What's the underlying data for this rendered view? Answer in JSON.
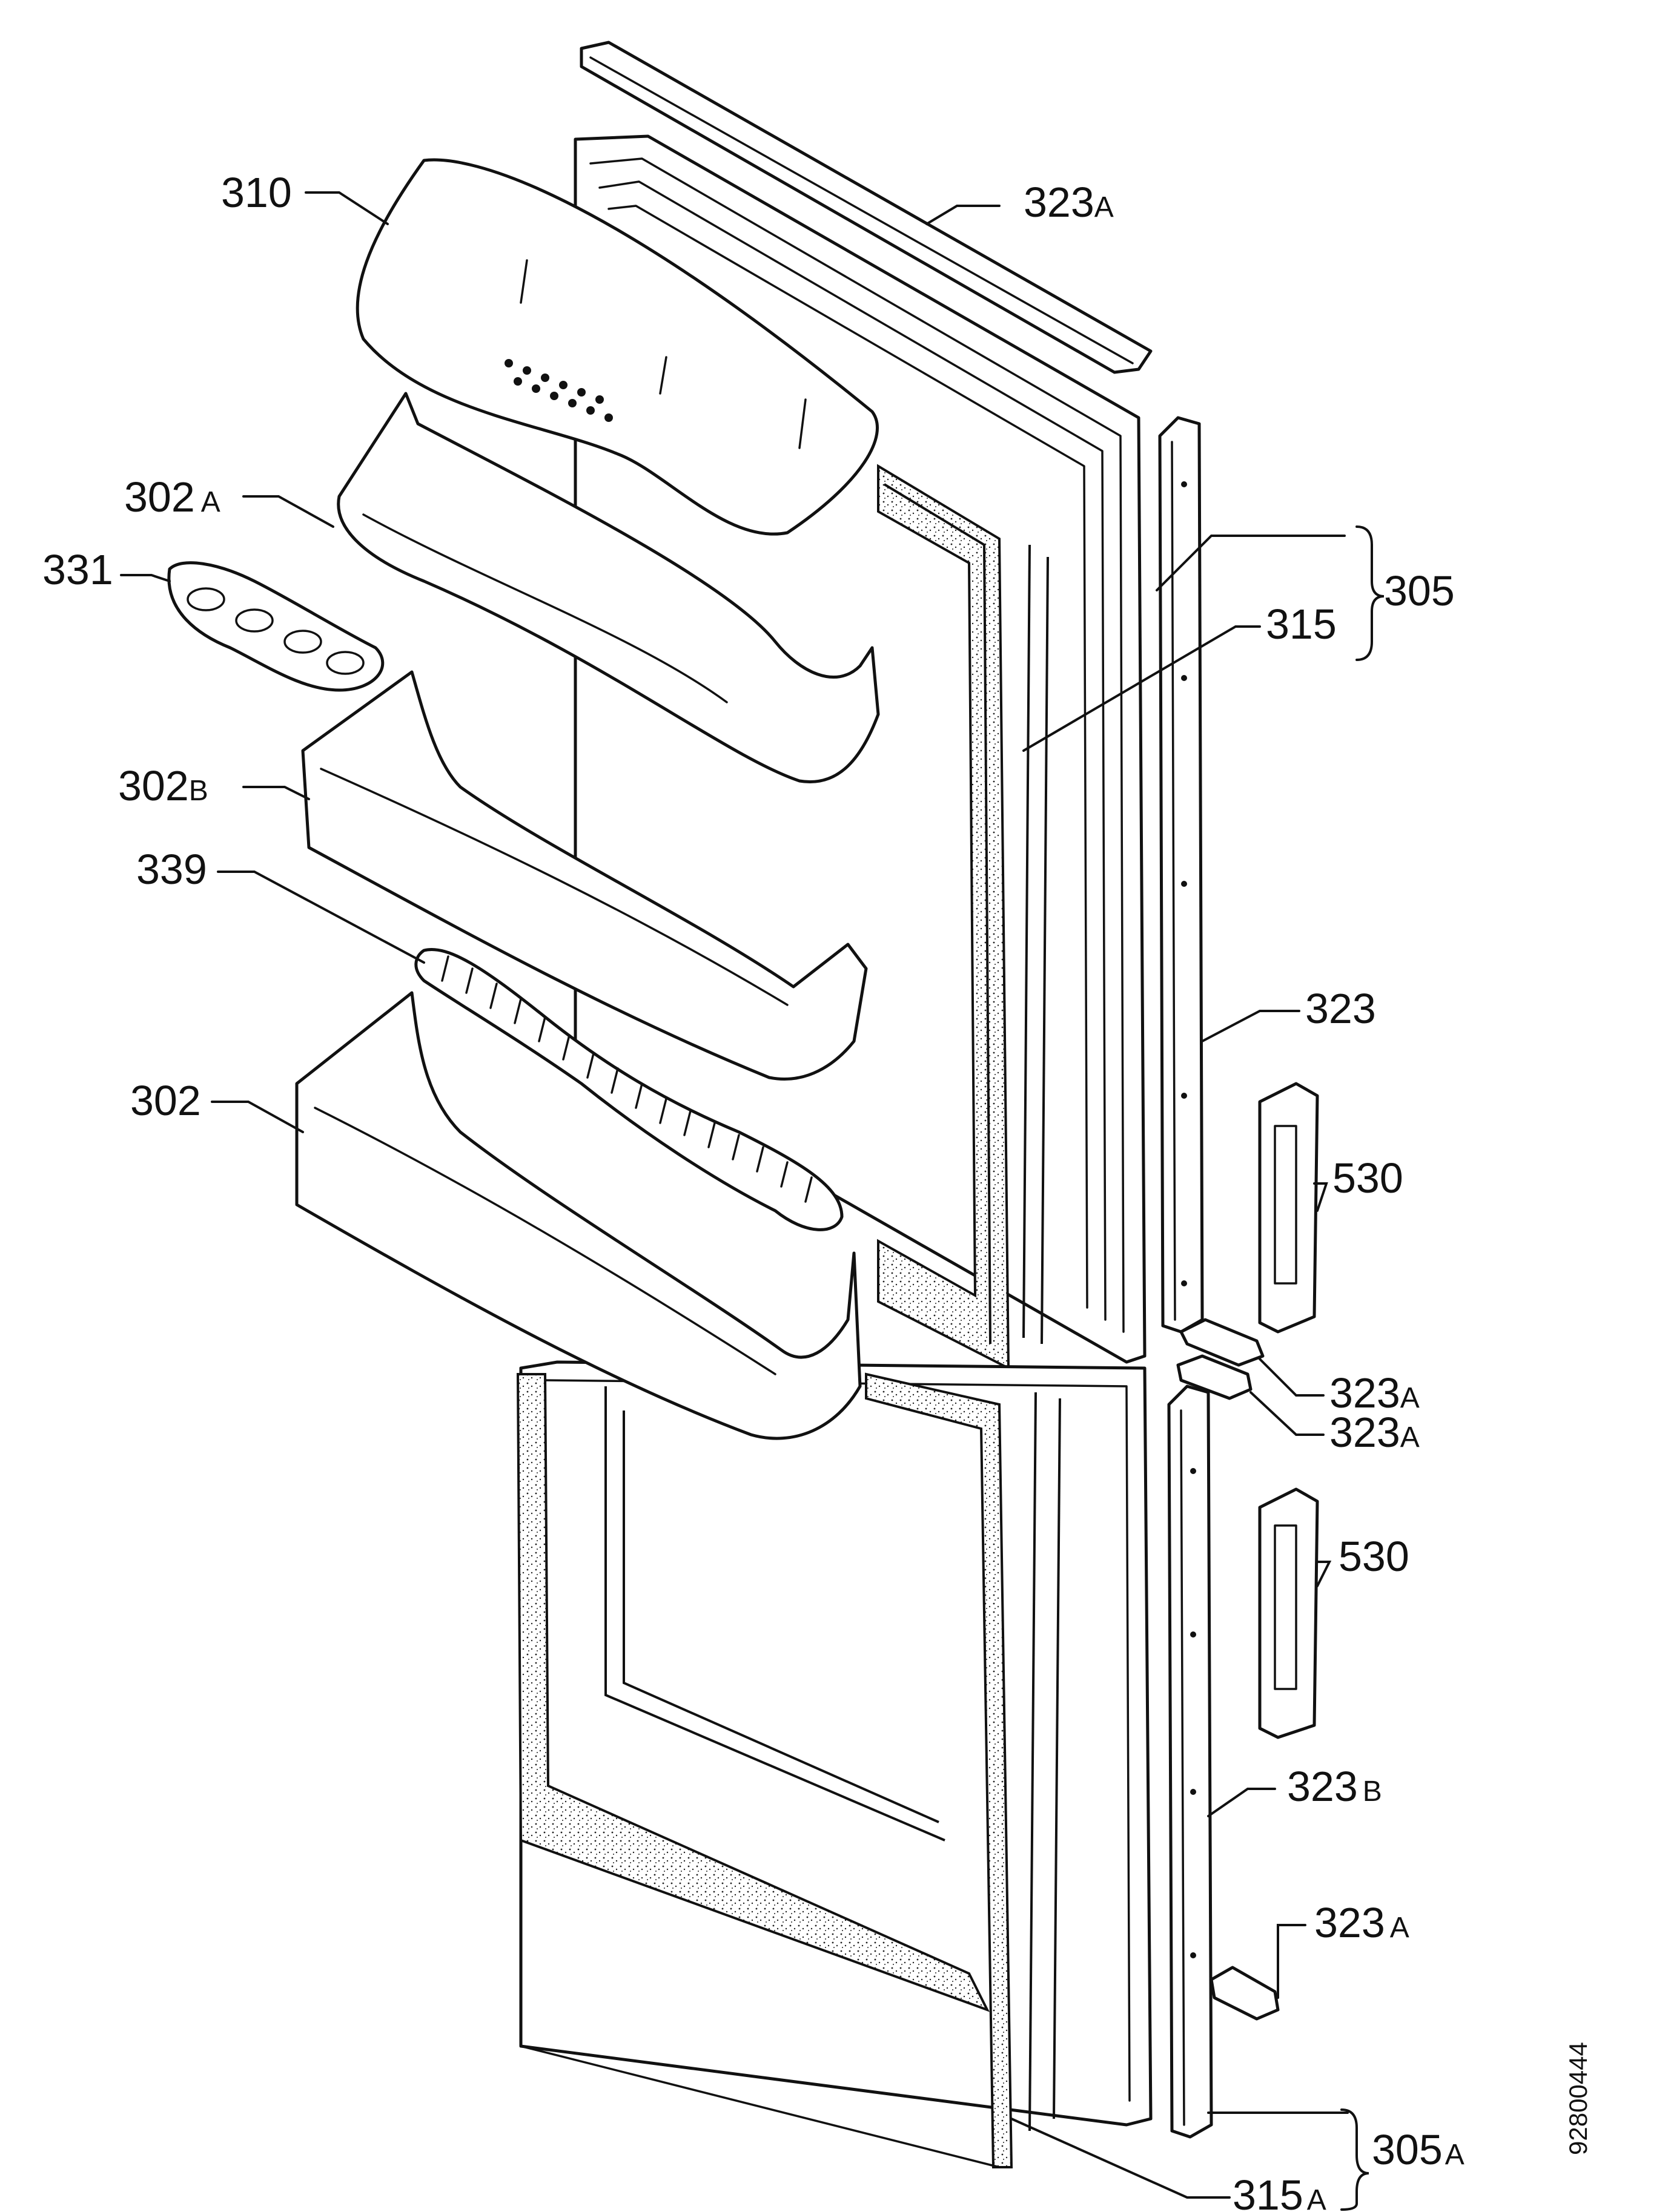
{
  "document_number": "92800444",
  "labels": {
    "l310": {
      "num": "310",
      "suffix": ""
    },
    "l323A_top": {
      "num": "323",
      "suffix": "A"
    },
    "l302A": {
      "num": "302",
      "suffix": "A"
    },
    "l331": {
      "num": "331",
      "suffix": ""
    },
    "l305": {
      "num": "305",
      "suffix": ""
    },
    "l315": {
      "num": "315",
      "suffix": ""
    },
    "l302B": {
      "num": "302",
      "suffix": "B"
    },
    "l339": {
      "num": "339",
      "suffix": ""
    },
    "l323": {
      "num": "323",
      "suffix": ""
    },
    "l302": {
      "num": "302",
      "suffix": ""
    },
    "l530_top": {
      "num": "530",
      "suffix": ""
    },
    "l323A_mid1": {
      "num": "323",
      "suffix": "A"
    },
    "l323A_mid2": {
      "num": "323",
      "suffix": "A"
    },
    "l530_bottom": {
      "num": "530",
      "suffix": ""
    },
    "l323B": {
      "num": "323",
      "suffix": "B"
    },
    "l323A_bottom": {
      "num": "323",
      "suffix": "A"
    },
    "l305A": {
      "num": "305",
      "suffix": "A"
    },
    "l315A": {
      "num": "315",
      "suffix": "A"
    }
  }
}
